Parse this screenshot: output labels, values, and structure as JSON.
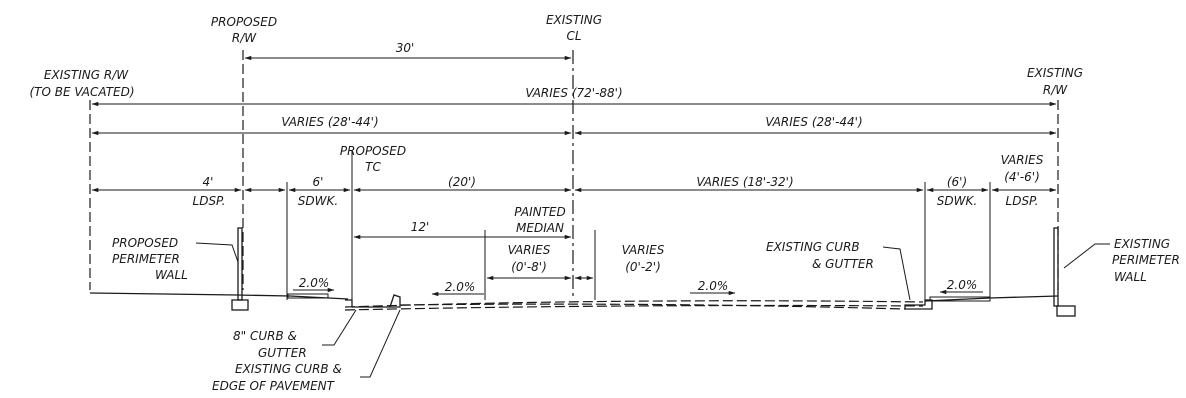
{
  "labels": {
    "proposed_rw_1": "PROPOSED",
    "proposed_rw_2": "R/W",
    "existing_cl_1": "EXISTING",
    "existing_cl_2": "CL",
    "dim_30": "30'",
    "existing_rw_left_1": "EXISTING R/W",
    "existing_rw_left_2": "(TO BE VACATED)",
    "existing_rw_right_1": "EXISTING",
    "existing_rw_right_2": "R/W",
    "varies_total": "VARIES (72'-88')",
    "varies_left_half": "VARIES (28'-44')",
    "varies_right_half": "VARIES (28'-44')",
    "proposed_tc_1": "PROPOSED",
    "proposed_tc_2": "TC",
    "ldsp_4": "4'",
    "ldsp_left": "LDSP.",
    "sdwk_6": "6'",
    "sdwk_left": "SDWK.",
    "dim_20": "(20')",
    "varies_18_32": "VARIES (18'-32')",
    "sdwk_6p": "(6')",
    "sdwk_right": "SDWK.",
    "varies_4_6": "VARIES",
    "varies_4_6b": "(4'-6')",
    "ldsp_right": "LDSP.",
    "painted_median_1": "PAINTED",
    "painted_median_2": "MEDIAN",
    "dim_12": "12'",
    "varies_0_8a": "VARIES",
    "varies_0_8b": "(0'-8')",
    "varies_0_2a": "VARIES",
    "varies_0_2b": "(0'-2')",
    "prop_wall_1": "PROPOSED",
    "prop_wall_2": "PERIMETER",
    "prop_wall_3": "WALL",
    "exist_curb_1": "EXISTING CURB",
    "exist_curb_2": "& GUTTER",
    "exist_wall_1": "EXISTING",
    "exist_wall_2": "PERIMETER",
    "exist_wall_3": "WALL",
    "slope_1": "2.0%",
    "slope_2": "2.0%",
    "slope_3": "2.0%",
    "slope_4": "2.0%",
    "curb8_1": "8\" CURB &",
    "curb8_2": "GUTTER",
    "edge_1": "EXISTING CURB &",
    "edge_2": "EDGE OF PAVEMENT"
  }
}
